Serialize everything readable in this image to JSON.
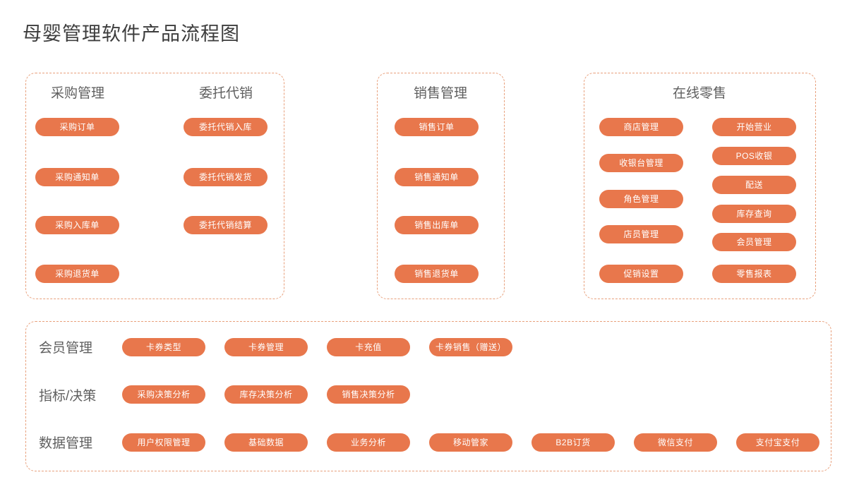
{
  "title": "母婴管理软件产品流程图",
  "theme": {
    "pill_color": "#e8774c",
    "pill_text_color": "#ffffff",
    "panel_border_color": "#e8a07c",
    "heading_color": "#5f5f5f",
    "title_color": "#3d3d3d",
    "background": "#ffffff"
  },
  "panels": [
    {
      "id": "procurement-consignment",
      "columns": [
        {
          "title": "采购管理",
          "items": [
            "采购订单",
            "采购通知单",
            "采购入库单",
            "采购退货单"
          ]
        },
        {
          "title": "委托代销",
          "items": [
            "委托代销入库",
            "委托代销发货",
            "委托代销结算"
          ]
        }
      ]
    },
    {
      "id": "sales",
      "columns": [
        {
          "title": "销售管理",
          "items": [
            "销售订单",
            "销售通知单",
            "销售出库单",
            "销售退货单"
          ]
        }
      ]
    },
    {
      "id": "online-retail",
      "title": "在线零售",
      "columns": [
        {
          "title": "",
          "items": [
            "商店管理",
            "收银台管理",
            "角色管理",
            "店员管理",
            "促销设置"
          ]
        },
        {
          "title": "",
          "items": [
            "开始营业",
            "POS收银",
            "配送",
            "库存查询",
            "会员管理",
            "零售报表"
          ]
        }
      ]
    }
  ],
  "bottom_panel": {
    "rows": [
      {
        "label": "会员管理",
        "items": [
          "卡券类型",
          "卡券管理",
          "卡充值",
          "卡券销售（赠送）"
        ]
      },
      {
        "label": "指标/决策",
        "items": [
          "采购决策分析",
          "库存决策分析",
          "销售决策分析"
        ]
      },
      {
        "label": "数据管理",
        "items": [
          "用户权限管理",
          "基础数据",
          "业务分析",
          "移动管家",
          "B2B订货",
          "微信支付",
          "支付宝支付"
        ]
      }
    ]
  }
}
